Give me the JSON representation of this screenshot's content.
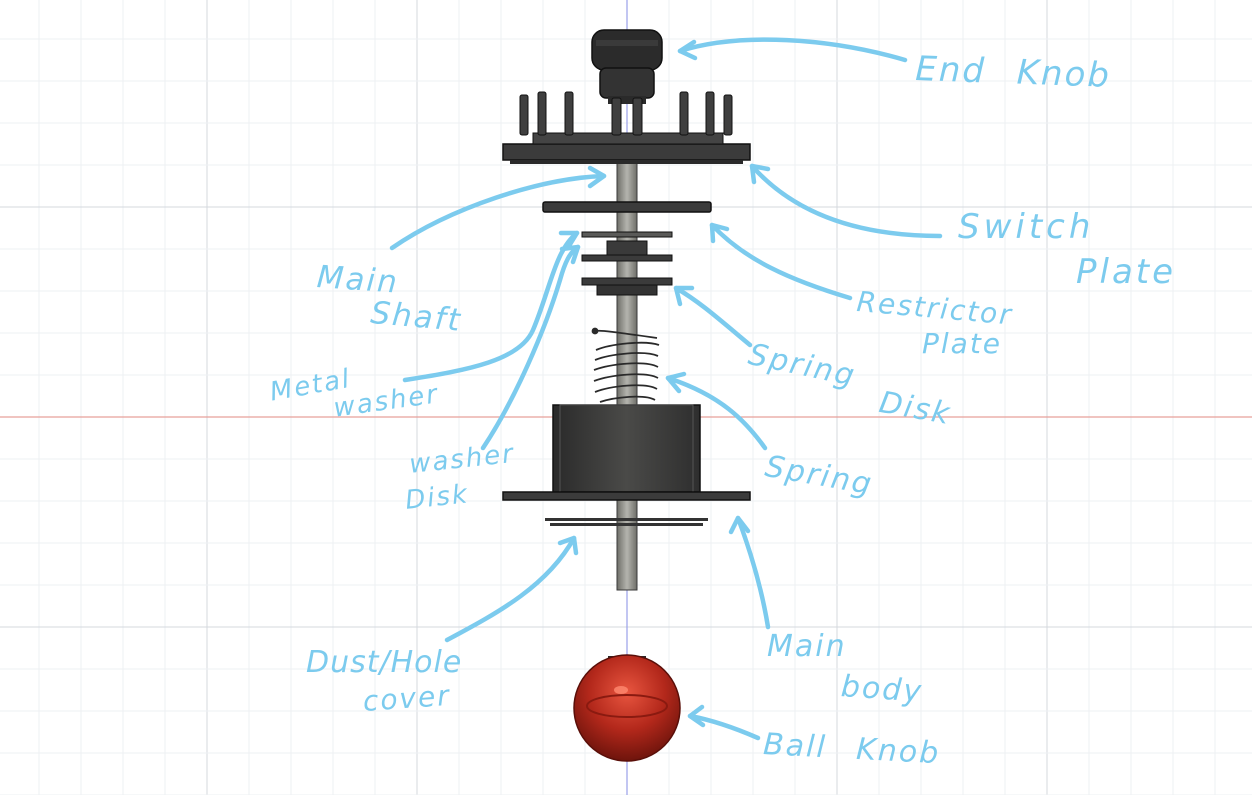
{
  "labels": {
    "end_knob": "End Knob",
    "switch_plate_1": "Switch",
    "switch_plate_2": "Plate",
    "main_shaft_1": "Main",
    "main_shaft_2": "Shaft",
    "restrictor_plate_1": "Restrictor",
    "restrictor_plate_2": "Plate",
    "metal_washer_1": "Metal",
    "metal_washer_2": "washer",
    "spring_disk_1": "Spring",
    "spring_disk_2": "Disk",
    "washer_disk_1": "washer",
    "washer_disk_2": "Disk",
    "spring": "Spring",
    "dust_hole_cover_1": "Dust/Hole",
    "dust_hole_cover_2": "cover",
    "main_body_1": "Main",
    "main_body_2": "body",
    "ball_knob": "Ball Knob"
  },
  "colors": {
    "annotation": "#7ccbee",
    "part_dark": "#3b3b3b",
    "shaft": "#9a9a94",
    "ball": "#b0261a",
    "axis_red": "#e8a09a",
    "axis_blue": "#9aa0e8"
  }
}
